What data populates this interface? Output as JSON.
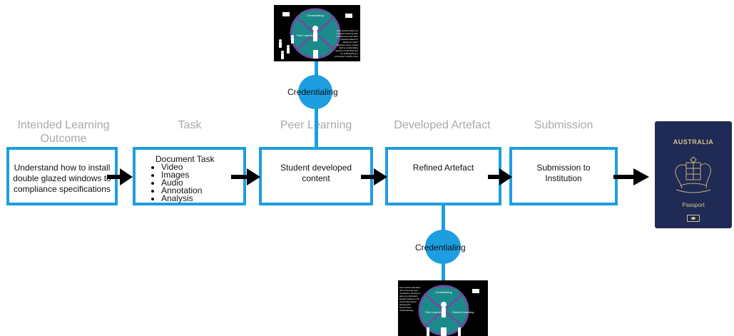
{
  "stages": [
    {
      "title": "Intended Learning Outcome",
      "box": "Understand how to install double glazed windows to compliance specifications"
    },
    {
      "title": "Task",
      "box": "Document Task",
      "items": [
        "Video",
        "Images",
        "Audio",
        "Annotation",
        "Analysis"
      ]
    },
    {
      "title": "Peer Learning",
      "box": "Student developed content"
    },
    {
      "title": "Developed Artefact",
      "box": "Refined Artefact"
    },
    {
      "title": "Submission",
      "box": "Submission to Institution"
    }
  ],
  "credentialing": {
    "top": "Credentialing",
    "bottom": "Credentialing"
  },
  "thumb_top": {
    "banner": "Credentialing",
    "left_label": "Peer Learning",
    "caption": "Peer learning offers an important learning path and Sources and other research based on Stephen's blue? Stephens does a good deal to credentialing Systems to Flexible and by self/fostering to promising in which many learn and other Sessions 'about' 'Blogs' 2014..."
  },
  "thumb_bottom": {
    "banner": "Credentialing",
    "left_label": "Peer Learning",
    "right_label": "Student Learning",
    "caption": "Peer formal education the community peer reviewed to develop a safe an understand student based on the community based learning the environment understanding..."
  },
  "passport": {
    "country": "AUSTRALIA",
    "label": "Passport"
  },
  "colors": {
    "accent": "#1d9ee0",
    "title_gray": "#a9a9a9",
    "passport_navy": "#1f2a55",
    "passport_gold": "#d6c28a",
    "thumb_teal": "#1c8a8a"
  }
}
